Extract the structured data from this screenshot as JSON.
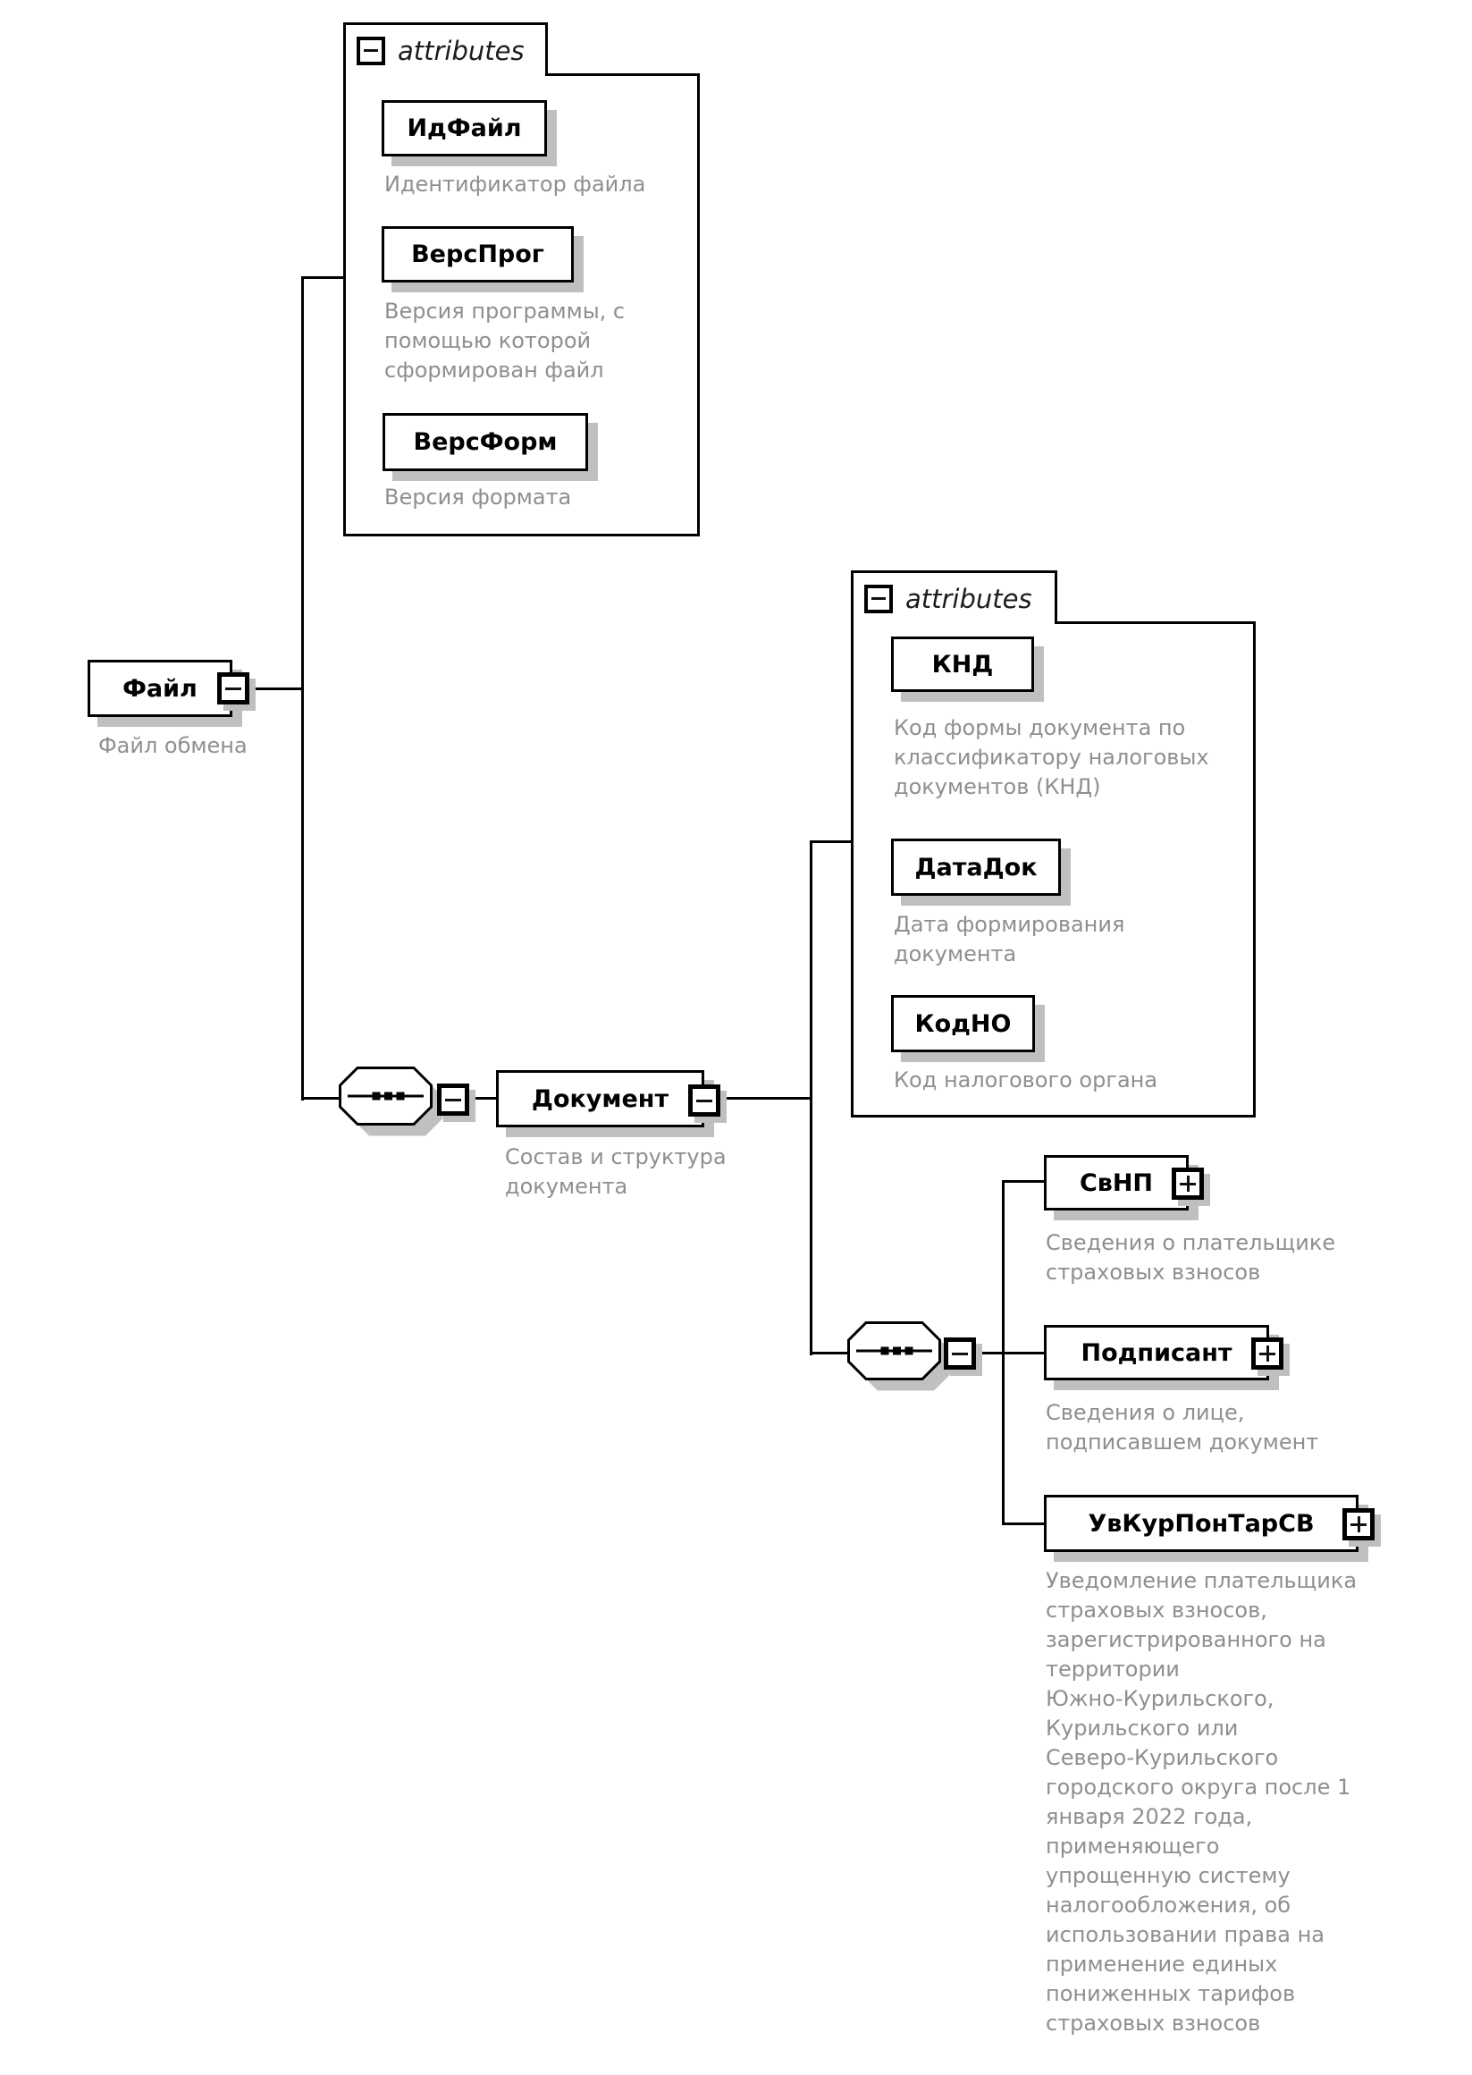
{
  "diagram": {
    "attributes_label": "attributes",
    "file": {
      "name": "Файл",
      "caption": "Файл обмена"
    },
    "file_attributes": [
      {
        "name": "ИдФайл",
        "caption": "Идентификатор файла"
      },
      {
        "name": "ВерсПрог",
        "caption": "Версия программы, с\nпомощью которой\nсформирован файл"
      },
      {
        "name": "ВерсФорм",
        "caption": "Версия формата"
      }
    ],
    "document": {
      "name": "Документ",
      "caption": "Состав и структура\nдокумента"
    },
    "document_attributes": [
      {
        "name": "КНД",
        "caption": "Код формы документа по\nклассификатору налоговых\nдокументов (КНД)"
      },
      {
        "name": "ДатаДок",
        "caption": "Дата формирования\nдокумента"
      },
      {
        "name": "КодНО",
        "caption": "Код налогового органа"
      }
    ],
    "document_children": [
      {
        "name": "СвНП",
        "caption": "Сведения о плательщике\nстраховых взносов"
      },
      {
        "name": "Подписант",
        "caption": "Сведения о лице,\nподписавшем документ"
      },
      {
        "name": "УвКурПонТарСВ",
        "caption": "Уведомление плательщика\nстраховых взносов,\nзарегистрированного на\nтерритории\nЮжно-Курильского,\nКурильского или\nСеверо-Курильского\nгородского округа после 1\nянваря 2022 года,\nприменяющего\nупрощенную систему\nналогообложения, об\nиспользовании права на\nприменение единых\nпониженных тарифов\nстраховых взносов"
      }
    ],
    "colors": {
      "line": "#000000",
      "caption_text": "#8f8f8f",
      "shadow": "#bfbfbf"
    }
  }
}
